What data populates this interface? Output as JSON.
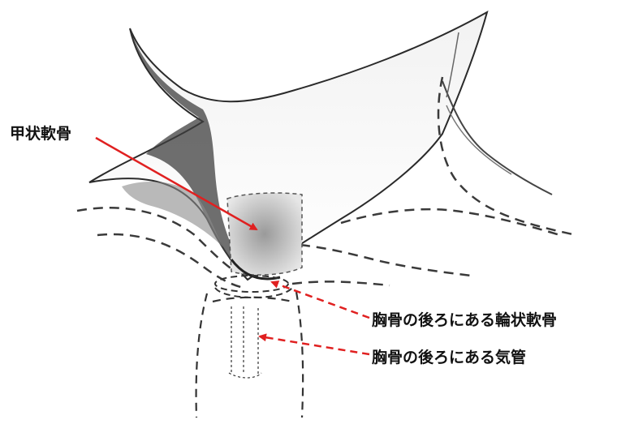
{
  "labels": {
    "thyroid_cartilage": "甲状軟骨",
    "cricoid_cartilage": "胸骨の後ろにある輪状軟骨",
    "trachea": "胸骨の後ろにある気管"
  },
  "colors": {
    "arrow": "#e02020",
    "sketch": "#333333",
    "shade": "#6b6b6b"
  },
  "arrows": {
    "thyroid_cartilage": "solid",
    "cricoid_cartilage": "dashed",
    "trachea": "dashed"
  }
}
